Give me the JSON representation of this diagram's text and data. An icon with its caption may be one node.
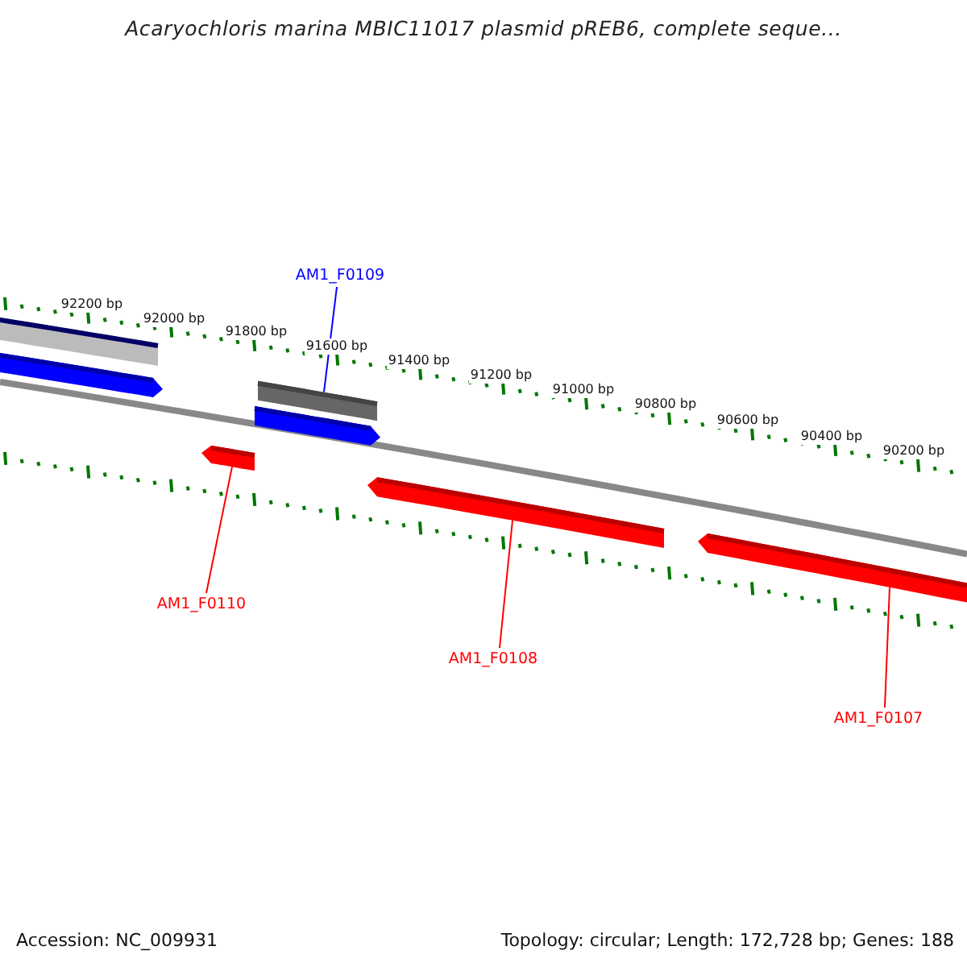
{
  "diagram": {
    "title": "Acaryochloris marina MBIC11017 plasmid pREB6, complete seque...",
    "nodes": [
      {
        "text": [
          "AM1_F0109"
        ]
      },
      {
        "text": [],
        "shape": "box"
      },
      {
        "text": [
          "AM1_F0110"
        ]
      },
      {
        "text": [],
        "shape": "arrow"
      },
      {
        "text": [
          "AM1_F0108"
        ]
      },
      {
        "text": [],
        "shape": "arrow"
      },
      {
        "text": [
          "AM1_F0107"
        ]
      },
      {
        "text": [],
        "shape": "arrow"
      }
    ],
    "edges": [
      {
        "from": 0,
        "to": 1,
        "arrow": "none",
        "color": "#0000ff"
      },
      {
        "from": 2,
        "to": 3,
        "arrow": "none"
      },
      {
        "from": 4,
        "to": 5,
        "arrow": "none"
      },
      {
        "from": 6,
        "to": 7,
        "arrow": "none"
      }
    ],
    "labels": [
      "92200 bp",
      "92000 bp",
      "91800 bp",
      "91600 bp",
      "91400 bp",
      "91200 bp",
      "91000 bp",
      "90800 bp",
      "90600 bp",
      "90400 bp",
      "90200 bp",
      "Accession: NC_009931",
      "Topology: circular; Length: 172,728 bp; Genes: 188"
    ]
  }
}
